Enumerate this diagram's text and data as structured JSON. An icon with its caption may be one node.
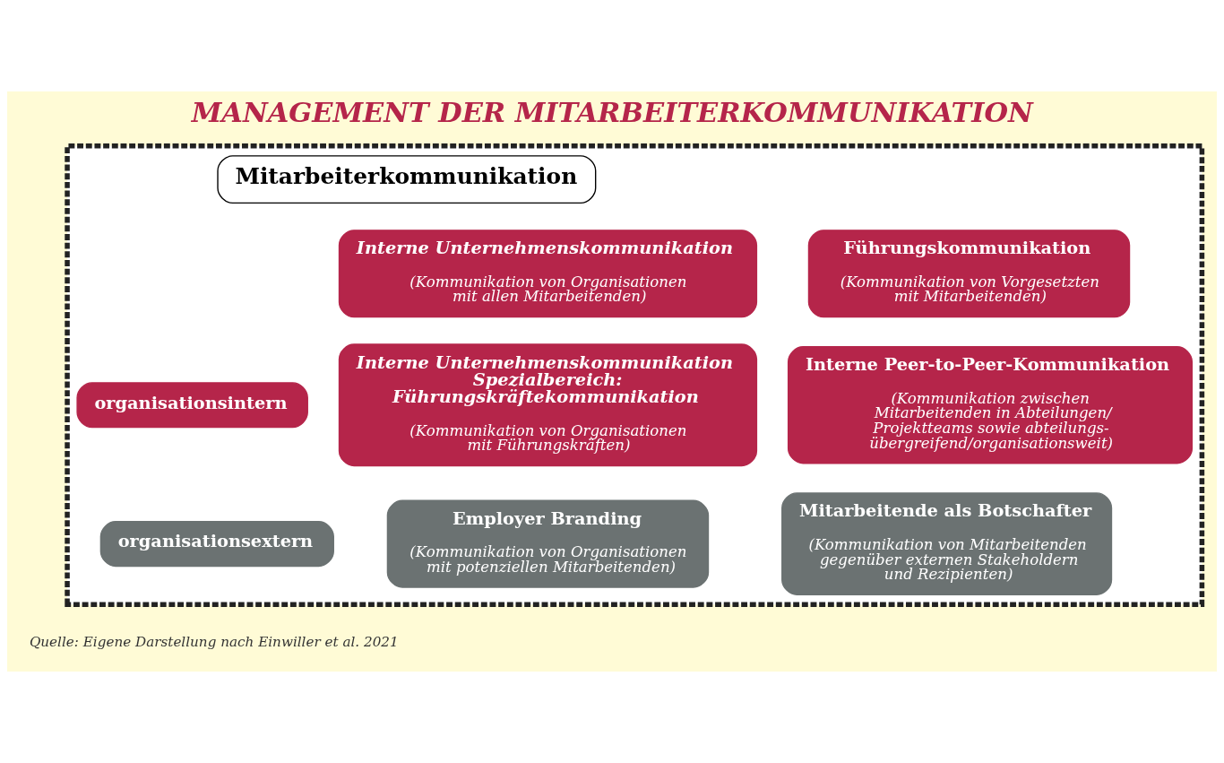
{
  "diagram": {
    "title": "MANAGEMENT DER MITARBEITERKOMMUNIKATION",
    "caption": "Quelle: Eigene Darstellung nach Einwiller et al. 2021",
    "nodes": [
      {
        "text": [],
        "shape": "box"
      },
      {
        "text": [
          "Mitarbeiterkommunikation"
        ],
        "in": 0
      },
      {
        "text": [
          "Interne Unternehmenskommunikation",
          "(Kommunikation von Organisationen mit allen Mitarbeitenden)"
        ],
        "in": 0
      },
      {
        "text": [
          "Führungskommunikation",
          "(Kommunikation von Vorgesetzten mit Mitarbeitenden)"
        ],
        "in": 0
      },
      {
        "text": [
          "organisationsintern"
        ],
        "in": 0
      },
      {
        "text": [
          "Interne Unternehmenskommunikation Spezialbereich: Führungskräftekommunikation",
          "(Kommunikation von Organisationen mit Führungskräften)"
        ],
        "in": 0
      },
      {
        "text": [
          "Interne Peer-to-Peer-Kommunikation",
          "(Kommunikation zwischen Mitarbeitenden in Abteilungen/ Projektteams sowie abteilungs- übergreifend/organisationsweit)"
        ],
        "in": 0
      },
      {
        "text": [
          "organisationsextern"
        ],
        "in": 0
      },
      {
        "text": [
          "Employer Branding",
          "(Kommunikation von Organisationen mit potenziellen Mitarbeitenden)"
        ],
        "in": 0
      },
      {
        "text": [
          "Mitarbeitende als Botschafter",
          "(Kommunikation von Mitarbeitenden gegenüber externen Stakeholdern und Rezipienten)"
        ],
        "in": 0
      }
    ],
    "edges": []
  }
}
